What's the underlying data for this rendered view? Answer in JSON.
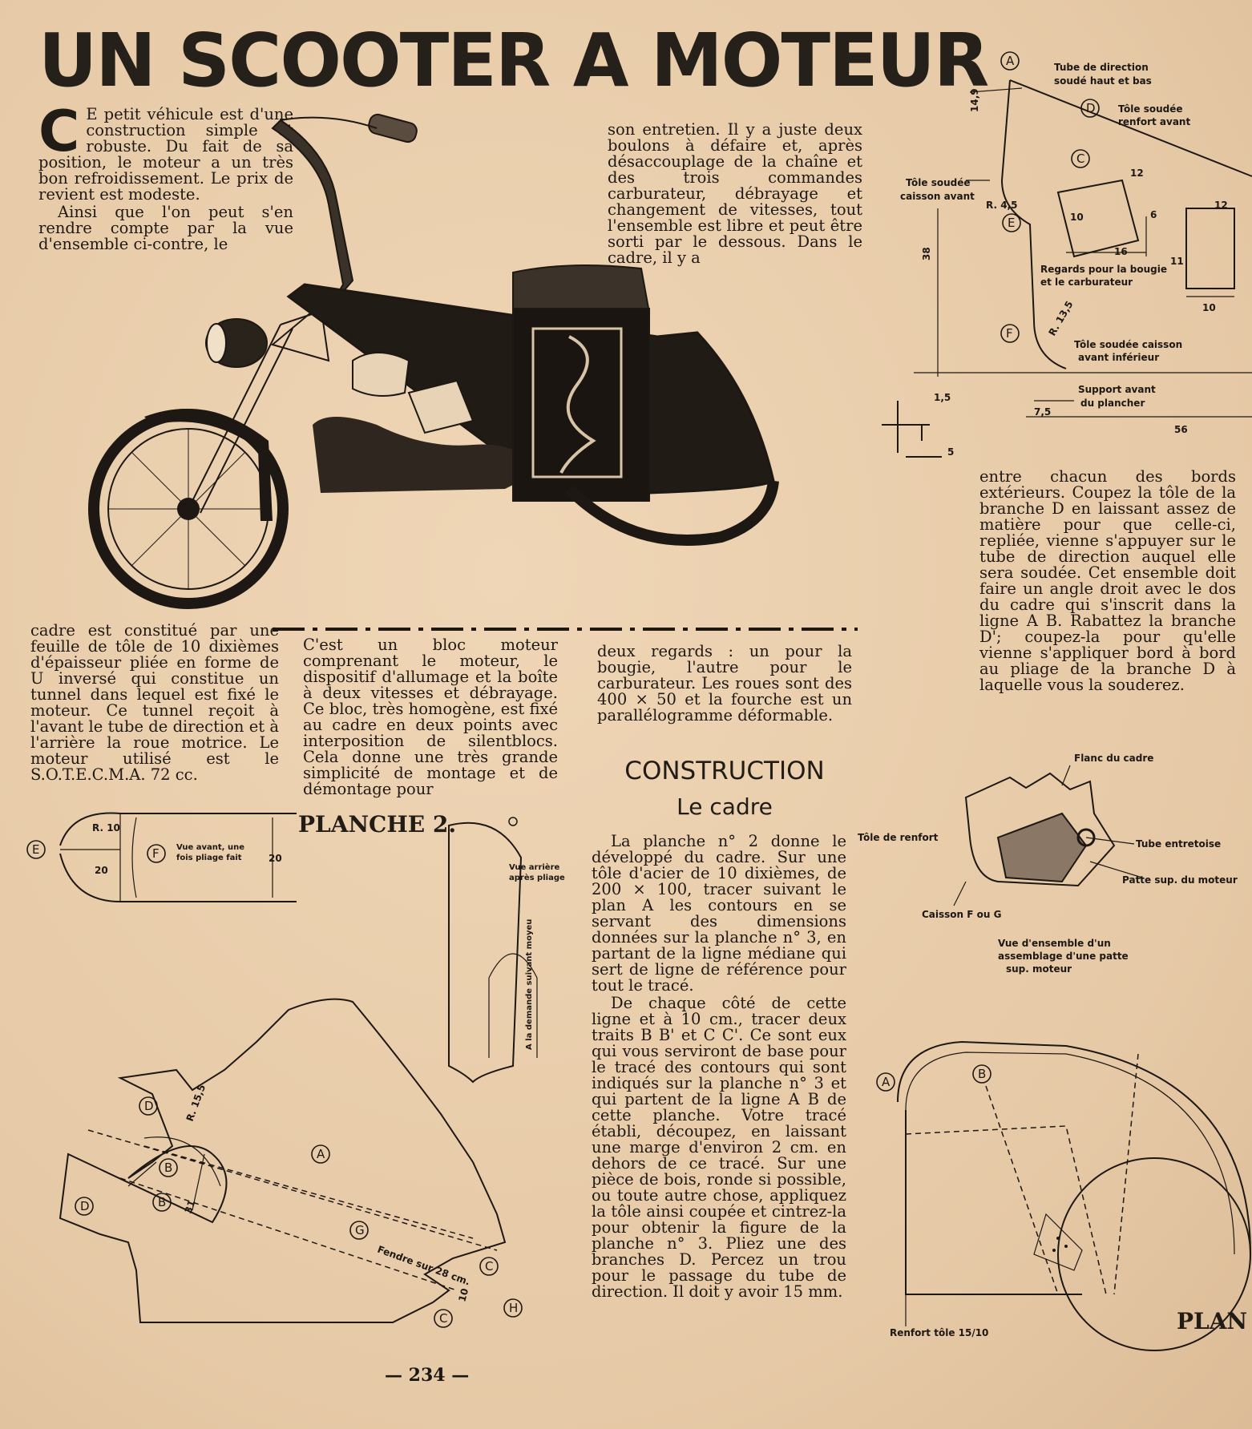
{
  "title": "UN SCOOTER A MOTEUR",
  "col1": {
    "dropcap": "C",
    "p1": "E petit véhicule est d'une construction simple et robuste. Du fait de sa position, le moteur a un très bon refroidissement. Le prix de revient est modeste.",
    "p2": "Ainsi que l'on peut s'en rendre compte par la vue d'ensemble ci-contre, le"
  },
  "col2": {
    "p1": "son entretien. Il y a juste deux boulons à défaire et, après désaccouplage de la chaîne et des trois commandes carburateur, débrayage et changement de vitesses, tout l'ensemble est libre et peut être sorti par le dessous. Dans le cadre, il y a"
  },
  "col3": {
    "p1": "cadre est constitué par une feuille de tôle de 10 dixièmes d'épaisseur pliée en forme de U inversé qui constitue un tunnel dans lequel est fixé le moteur. Ce tunnel reçoit à l'avant le tube de direction et à l'arrière la roue motrice. Le moteur utilisé est le S.O.T.E.C.M.A. 72 cc."
  },
  "col4": {
    "p1": "C'est un bloc moteur comprenant le moteur, le dispositif d'allumage et la boîte à deux vitesses et débrayage. Ce bloc, très homogène, est fixé au cadre en deux points avec interposition de silentblocs. Cela donne une très grande simplicité de montage et de démontage pour"
  },
  "col5": {
    "p1": "deux regards : un pour la bougie, l'autre pour le carburateur. Les roues sont des 400 × 50 et la fourche est un parallélogramme déformable."
  },
  "construction": {
    "heading": "CONSTRUCTION",
    "subheading": "Le cadre",
    "p1": "La planche n° 2 donne le développé du cadre. Sur une tôle d'acier de 10 dixièmes, de 200 × 100, tracer suivant le plan A les contours en se servant des dimensions données sur la planche n° 3, en partant de la ligne médiane qui sert de ligne de référence pour tout le tracé.",
    "p2": "De chaque côté de cette ligne et à 10 cm., tracer deux traits B B' et C C'. Ce sont eux qui vous serviront de base pour le tracé des contours qui sont indiqués sur la planche n° 3 et qui partent de la ligne A B de cette planche. Votre tracé établi, découpez, en laissant une marge d'environ 2 cm. en dehors de ce tracé. Sur une pièce de bois, ronde si possible, ou toute autre chose, appliquez la tôle ainsi coupée et cintrez-la pour obtenir la figure de la planche n° 3. Pliez une des branches D. Percez un trou pour le passage du tube de direction. Il doit y avoir 15 mm."
  },
  "col_right": {
    "p1": "entre chacun des bords extérieurs. Coupez la tôle de la branche D en laissant assez de matière pour que celle-ci, repliée, vienne s'appuyer sur le tube de direction auquel elle sera soudée. Cet ensemble doit faire un angle droit avec le dos du cadre qui s'inscrit dans la ligne A B. Rabattez la branche D'; coupez-la pour qu'elle vienne s'appliquer bord à bord au pliage de la branche D à laquelle vous la souderez."
  },
  "planche2": "PLANCHE 2.",
  "planche3": "PLAN",
  "page_number": "— 234 —",
  "diagram_top_right": {
    "labels": {
      "tube_direction": "Tube de direction",
      "tube_direction2": "soudé haut et bas",
      "tole_renfort": "Tôle soudée",
      "tole_renfort2": "renfort avant",
      "tole_caisson": "Tôle soudée",
      "tole_caisson2": "caisson avant",
      "regards": "Regards pour la bougie",
      "regards2": "et le carburateur",
      "tole_inf": "Tôle soudée caisson",
      "tole_inf2": "avant inférieur",
      "support": "Support avant",
      "support2": "du plancher"
    },
    "dims": {
      "d149": "14,9",
      "d12a": "12",
      "d12b": "12",
      "d10a": "10",
      "d10b": "10",
      "d6": "6",
      "d16": "16",
      "d11": "11",
      "d38": "38",
      "r45": "R. 4,5",
      "r135": "R. 13,5",
      "d15": "1,5",
      "d75": "7,5",
      "d5": "5",
      "d56": "56"
    }
  },
  "diagram_mid_right": {
    "labels": {
      "flanc": "Flanc du cadre",
      "tole_renfort": "Tôle de renfort",
      "tube_entretoise": "Tube entretoise",
      "patte_sup": "Patte sup. du moteur",
      "caisson": "Caisson F ou G",
      "caption1": "Vue d'ensemble d'un",
      "caption2": "assemblage d'une patte",
      "caption3": "sup. moteur"
    }
  },
  "diagram_bottom_right": {
    "renfort": "Renfort tôle 15/10"
  },
  "diagram_planche2": {
    "vue_avant1": "Vue avant, une",
    "vue_avant2": "fois pliage fait",
    "vue_arriere1": "Vue arrière",
    "vue_arriere2": "après pliage",
    "moyeu": "A la demande suivant moyeu",
    "fendre": "Fendre sur 28 cm.",
    "r10": "R. 10",
    "r155": "R. 15,5",
    "d20a": "20",
    "d20b": "20",
    "d31": "31",
    "d10": "10"
  },
  "markers": {
    "A": "A",
    "B": "B",
    "C": "C",
    "D": "D",
    "E": "E",
    "F": "F",
    "G": "G",
    "H": "H"
  }
}
